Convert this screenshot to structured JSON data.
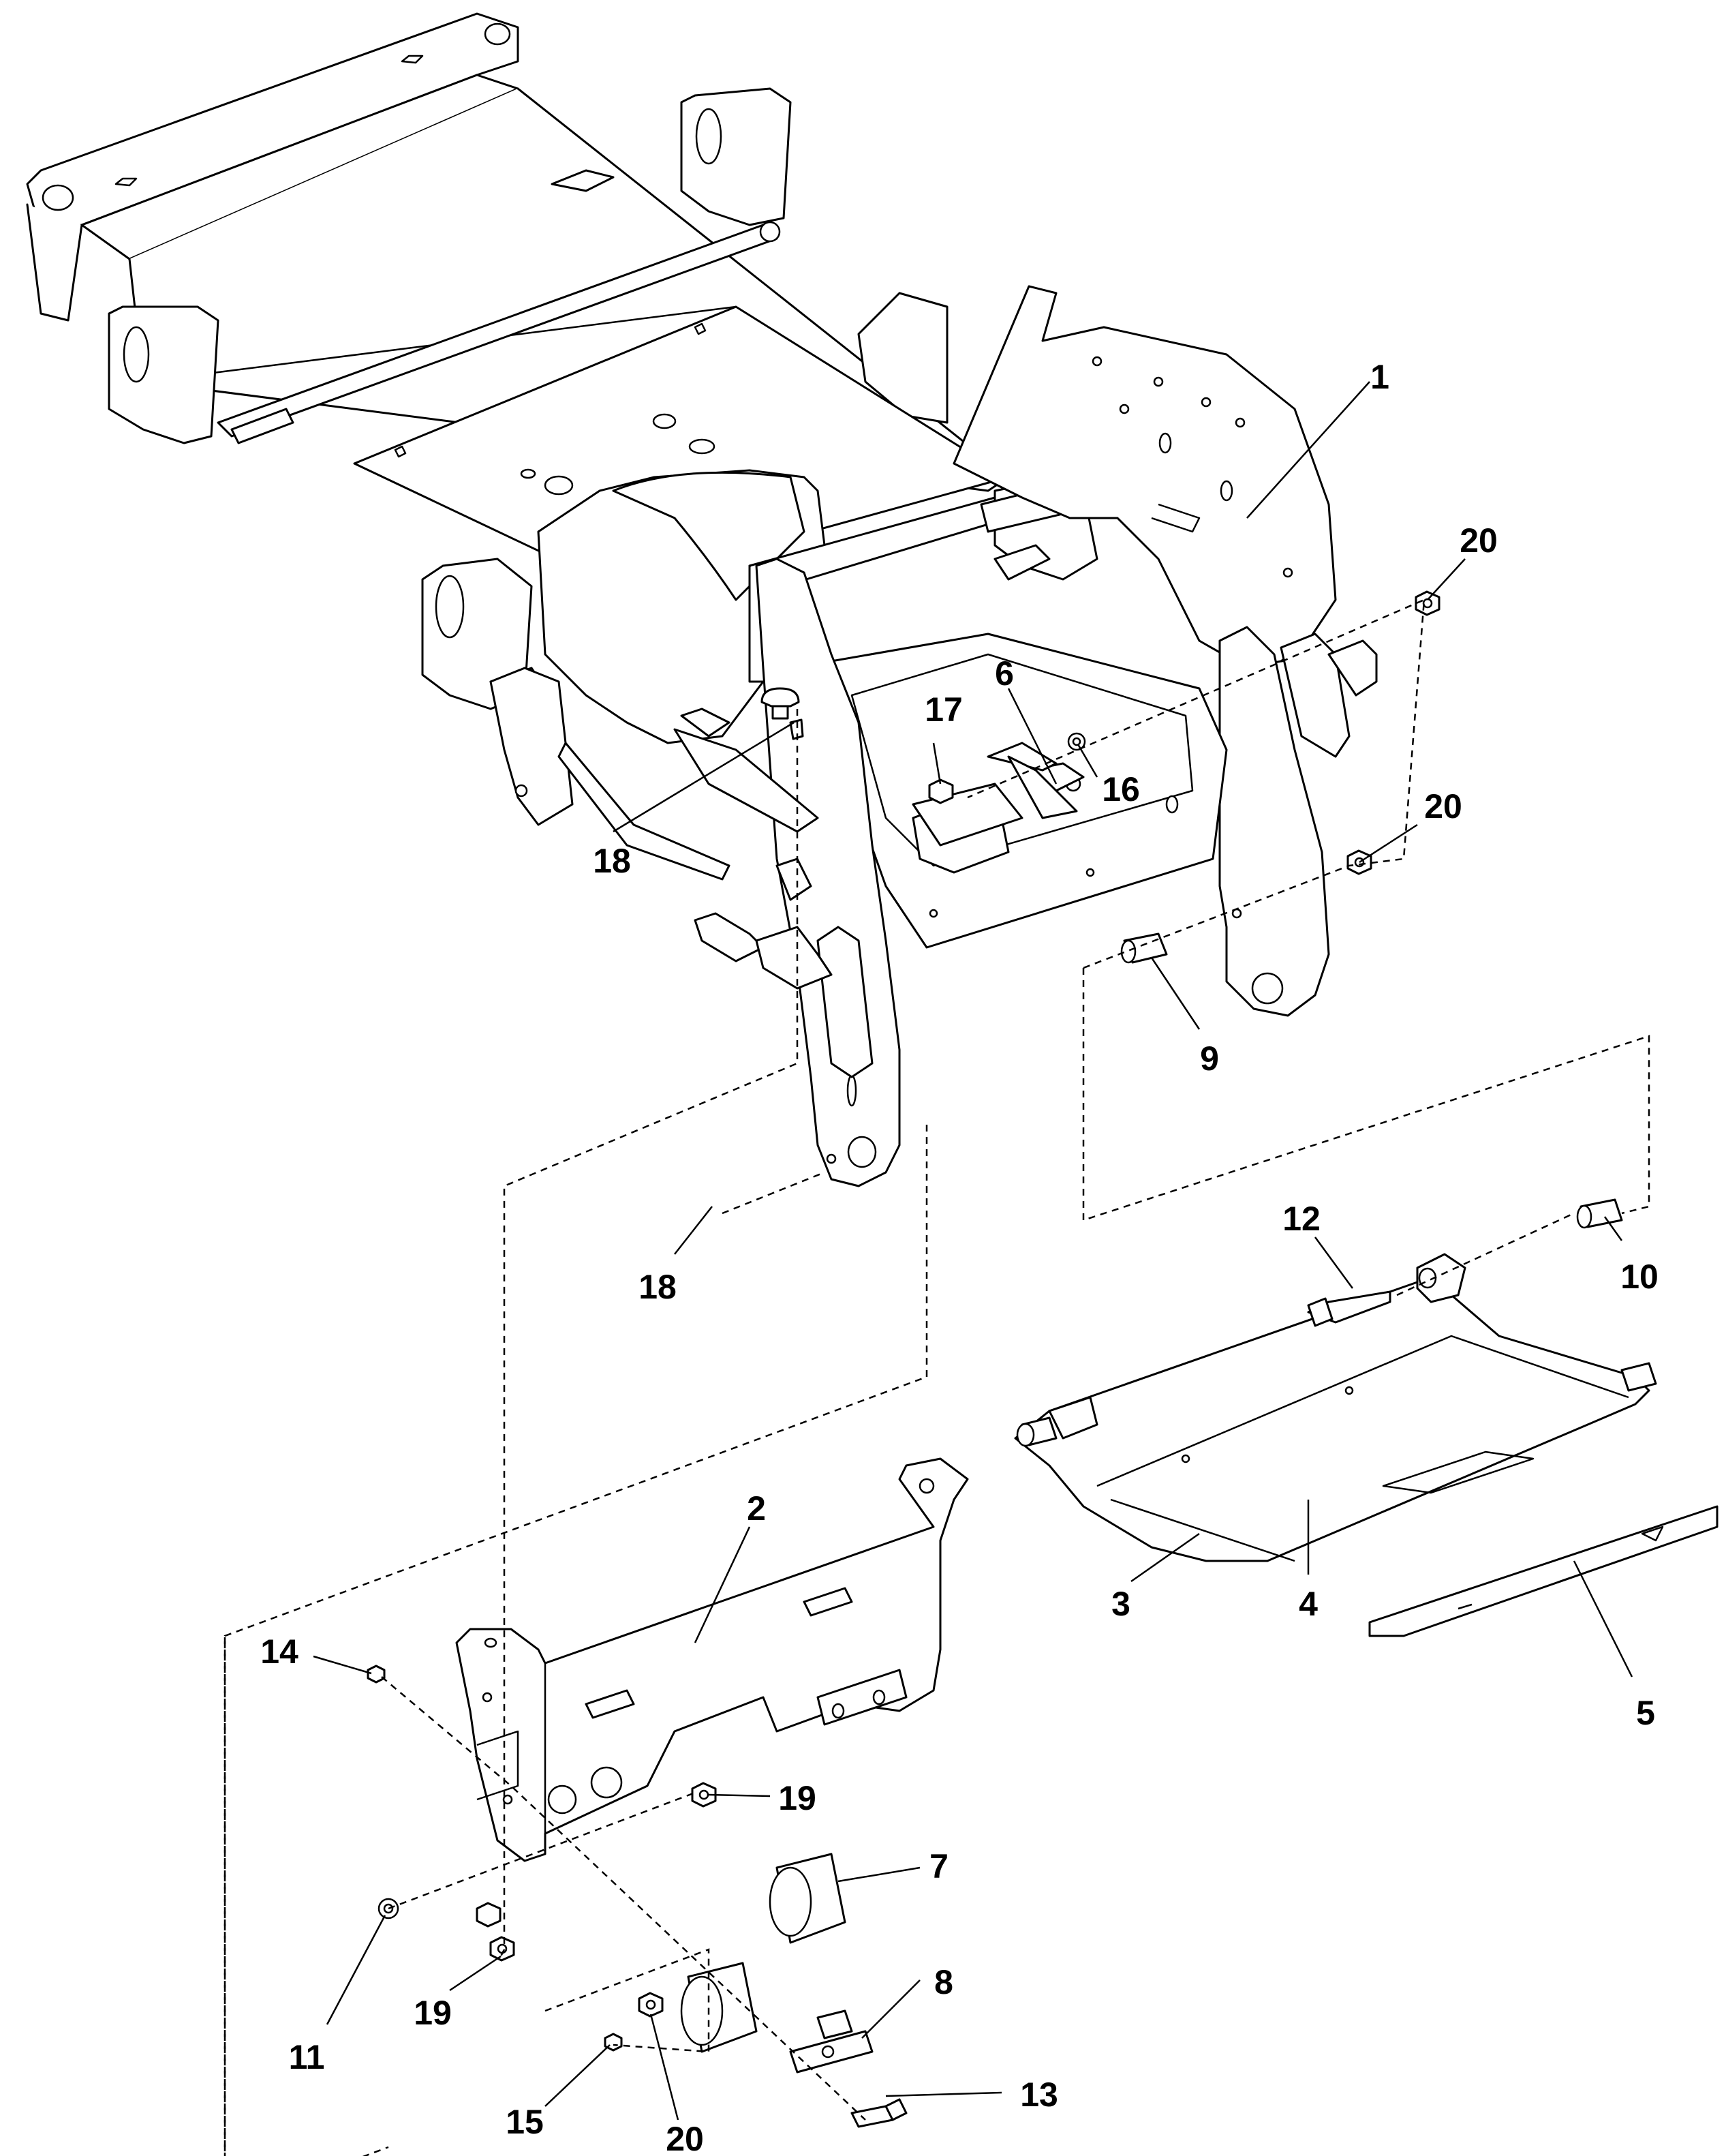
{
  "diagram": {
    "callouts": [
      {
        "id": "1",
        "label": "1"
      },
      {
        "id": "2",
        "label": "2"
      },
      {
        "id": "3",
        "label": "3"
      },
      {
        "id": "4",
        "label": "4"
      },
      {
        "id": "5",
        "label": "5"
      },
      {
        "id": "6",
        "label": "6"
      },
      {
        "id": "7",
        "label": "7"
      },
      {
        "id": "8",
        "label": "8"
      },
      {
        "id": "9",
        "label": "9"
      },
      {
        "id": "10",
        "label": "10"
      },
      {
        "id": "11",
        "label": "11"
      },
      {
        "id": "12",
        "label": "12"
      },
      {
        "id": "13",
        "label": "13"
      },
      {
        "id": "14",
        "label": "14"
      },
      {
        "id": "15",
        "label": "15"
      },
      {
        "id": "16",
        "label": "16"
      },
      {
        "id": "17",
        "label": "17"
      },
      {
        "id": "18a",
        "label": "18"
      },
      {
        "id": "18b",
        "label": "18"
      },
      {
        "id": "19a",
        "label": "19"
      },
      {
        "id": "19b",
        "label": "19"
      },
      {
        "id": "20a",
        "label": "20"
      },
      {
        "id": "20b",
        "label": "20"
      },
      {
        "id": "20c",
        "label": "20"
      }
    ]
  }
}
